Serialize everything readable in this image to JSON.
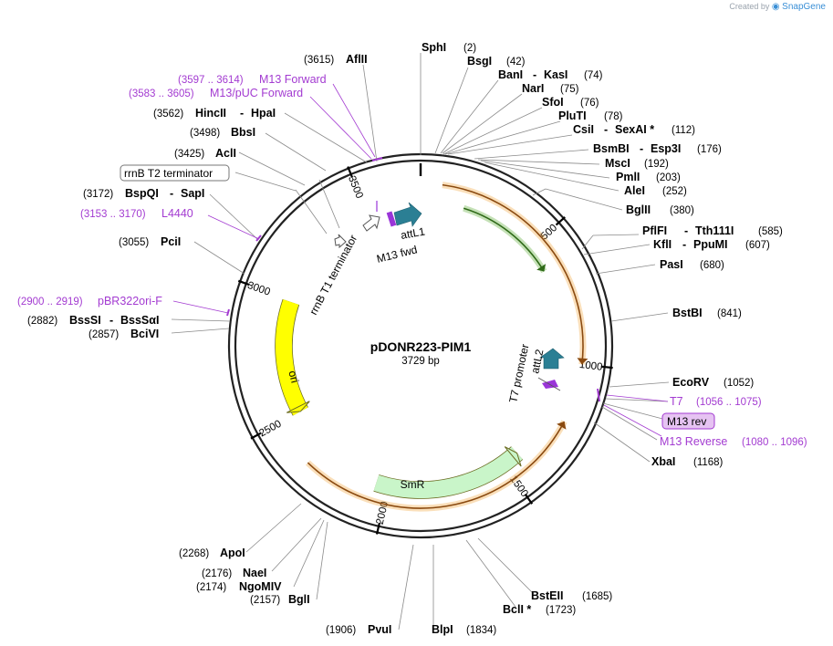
{
  "credit": {
    "prefix": "Created by",
    "brand": "SnapGene"
  },
  "plasmid": {
    "name": "pDONR223-PIM1",
    "size_label": "3729 bp",
    "length": 3729
  },
  "ticks": [
    {
      "pos": 500,
      "label": "500"
    },
    {
      "pos": 1000,
      "label": "1000"
    },
    {
      "pos": 1500,
      "label": "1500"
    },
    {
      "pos": 2000,
      "label": "2000"
    },
    {
      "pos": 2500,
      "label": "2500"
    },
    {
      "pos": 3000,
      "label": "3000"
    },
    {
      "pos": 3500,
      "label": "3500"
    }
  ],
  "features": [
    {
      "name": "PIM1-orange",
      "label": "",
      "start": 80,
      "end": 1000,
      "dir": 1,
      "color": "#f2a33a"
    },
    {
      "name": "PIM1-green",
      "label": "",
      "start": 180,
      "end": 610,
      "dir": 1,
      "color": "#5aa832"
    },
    {
      "name": "SmR-backbone",
      "label": "",
      "start": 1220,
      "end": 2320,
      "dir": -1,
      "color": "#f2a33a"
    },
    {
      "name": "SmR",
      "label": "SmR",
      "start": 1430,
      "end": 2050,
      "dir": -1,
      "color": "#c9f5c9"
    },
    {
      "name": "ori",
      "label": "ori",
      "start": 2500,
      "end": 2990,
      "dir": -1,
      "color": "#ffff00"
    }
  ],
  "inner_labels": {
    "attL1": "attL1",
    "m13_fwd": "M13 fwd",
    "rrnb_t1": "rrnB T1 terminator",
    "t7_promoter": "T7 promoter",
    "attL2": "attL2"
  },
  "boxed": {
    "rrnb_t2": "rrnB T2 terminator",
    "m13_rev": "M13 rev"
  },
  "enzymes": [
    {
      "id": "sphi",
      "name": "SphI",
      "pos": "(2)"
    },
    {
      "id": "bsgi",
      "name": "BsgI",
      "pos": "(42)"
    },
    {
      "id": "bani",
      "name": "BanI",
      "name2": "KasI",
      "pos": "(74)"
    },
    {
      "id": "nari",
      "name": "NarI",
      "pos": "(75)"
    },
    {
      "id": "sfoi",
      "name": "SfoI",
      "pos": "(76)"
    },
    {
      "id": "pluti",
      "name": "PluTI",
      "pos": "(78)"
    },
    {
      "id": "csii",
      "name": "CsiI",
      "name2": "SexAI *",
      "pos": "(112)"
    },
    {
      "id": "bsmbi",
      "name": "BsmBI",
      "name2": "Esp3I",
      "pos": "(176)"
    },
    {
      "id": "msci",
      "name": "MscI",
      "pos": "(192)"
    },
    {
      "id": "pmli",
      "name": "PmlI",
      "pos": "(203)"
    },
    {
      "id": "alei",
      "name": "AleI",
      "pos": "(252)"
    },
    {
      "id": "bglii",
      "name": "BglII",
      "pos": "(380)"
    },
    {
      "id": "pflfi",
      "name": "PflFI",
      "name2": "Tth111I",
      "pos": "(585)"
    },
    {
      "id": "kfli",
      "name": "KflI",
      "name2": "PpuMI",
      "pos": "(607)"
    },
    {
      "id": "pasi",
      "name": "PasI",
      "pos": "(680)"
    },
    {
      "id": "bstbi",
      "name": "BstBI",
      "pos": "(841)"
    },
    {
      "id": "ecorv",
      "name": "EcoRV",
      "pos": "(1052)"
    },
    {
      "id": "xbai",
      "name": "XbaI",
      "pos": "(1168)"
    },
    {
      "id": "bsteii",
      "name": "BstEII",
      "pos": "(1685)"
    },
    {
      "id": "bcli",
      "name": "BclI *",
      "pos": "(1723)"
    },
    {
      "id": "blpi",
      "name": "BlpI",
      "pos": "(1834)"
    },
    {
      "id": "pvui",
      "name": "PvuI",
      "pos": "(1906)"
    },
    {
      "id": "bgli",
      "name": "BglI",
      "pos": "(2157)"
    },
    {
      "id": "ngomiv",
      "name": "NgoMIV",
      "pos": "(2174)"
    },
    {
      "id": "naei",
      "name": "NaeI",
      "pos": "(2176)"
    },
    {
      "id": "apoi",
      "name": "ApoI",
      "pos": "(2268)"
    },
    {
      "id": "bcivi",
      "name": "BciVI",
      "pos": "(2857)"
    },
    {
      "id": "bsssi",
      "name": "BssSI",
      "name2": "BssSαI",
      "pos": "(2882)"
    },
    {
      "id": "pcii",
      "name": "PciI",
      "pos": "(3055)"
    },
    {
      "id": "bspqi",
      "name": "BspQI",
      "name2": "SapI",
      "pos": "(3172)"
    },
    {
      "id": "acli",
      "name": "AclI",
      "pos": "(3425)"
    },
    {
      "id": "bbsi",
      "name": "BbsI",
      "pos": "(3498)"
    },
    {
      "id": "hincii",
      "name": "HincII",
      "name2": "HpaI",
      "pos": "(3562)"
    },
    {
      "id": "aflii",
      "name": "AflII",
      "pos": "(3615)"
    }
  ],
  "primers": [
    {
      "id": "m13forward",
      "range": "(3597 .. 3614)",
      "name": "M13 Forward"
    },
    {
      "id": "m13puc",
      "range": "(3583 .. 3605)",
      "name": "M13/pUC Forward"
    },
    {
      "id": "l4440",
      "range": "(3153 .. 3170)",
      "name": "L4440"
    },
    {
      "id": "pbr322",
      "range": "(2900 .. 2919)",
      "name": "pBR322ori-F"
    },
    {
      "id": "t7",
      "range": "(1056 .. 1075)",
      "name": "T7"
    },
    {
      "id": "m13reverse",
      "range": "(1080 .. 1096)",
      "name": "M13 Reverse"
    }
  ],
  "colors": {
    "backbone": "#222222",
    "primer": "#a33bd1",
    "attl": "#2b7f94",
    "yellow": "#ffff00",
    "smr": "#c9f5c9"
  }
}
